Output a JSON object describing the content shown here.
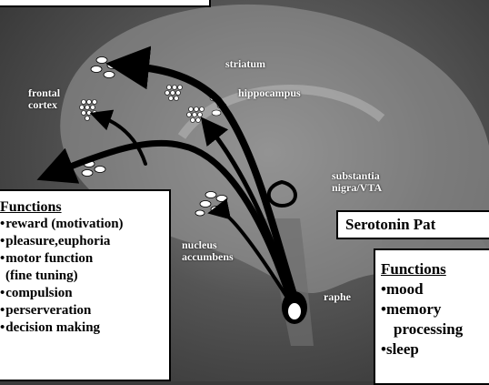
{
  "labels": {
    "striatum": "striatum",
    "hippocampus": "hippocampus",
    "frontal": "frontal",
    "cortex": "cortex",
    "substantia": "substantia",
    "nigra": "nigra/VTA",
    "nucleus": "nucleus",
    "accumbens": "accumbens",
    "raphe": "raphe"
  },
  "dopamine_box": {
    "heading": "Functions",
    "items": [
      "reward (motivation)",
      "pleasure,euphoria",
      "motor function",
      "(fine  tuning)",
      "compulsion",
      "perserveration",
      "decision making"
    ]
  },
  "serotonin": {
    "title": "Serotonin Pat",
    "heading": "Functions",
    "items": [
      "mood",
      "memory",
      "processing",
      "sleep"
    ]
  }
}
